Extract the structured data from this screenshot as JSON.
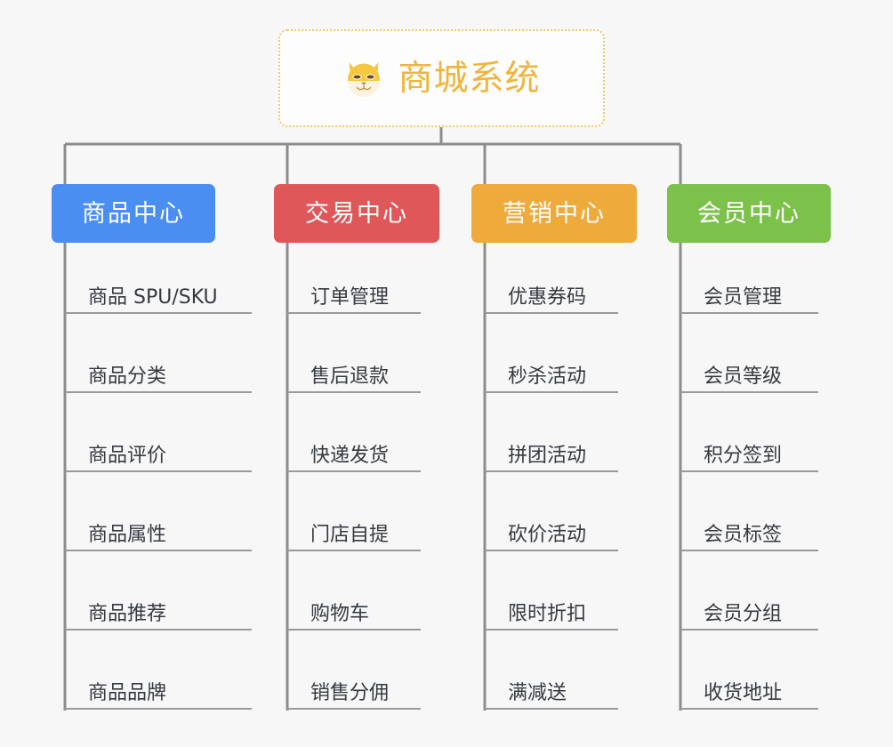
{
  "root": {
    "title": "商城系统",
    "icon": "shiba-dog-face-icon",
    "border_color": "#f2c66a",
    "title_color": "#f0b43c",
    "background": "#fdfdfd"
  },
  "page": {
    "background": "#f7f7f7",
    "connector_color": "#8c8c8c"
  },
  "columns": [
    {
      "id": "product-center",
      "label": "商品中心",
      "color": "#4a8ef2",
      "items": [
        "商品 SPU/SKU",
        "商品分类",
        "商品评价",
        "商品属性",
        "商品推荐",
        "商品品牌"
      ]
    },
    {
      "id": "trade-center",
      "label": "交易中心",
      "color": "#e0575a",
      "items": [
        "订单管理",
        "售后退款",
        "快递发货",
        "门店自提",
        "购物车",
        "销售分佣"
      ]
    },
    {
      "id": "marketing-center",
      "label": "营销中心",
      "color": "#eeab3c",
      "items": [
        "优惠券码",
        "秒杀活动",
        "拼团活动",
        "砍价活动",
        "限时折扣",
        "满减送"
      ]
    },
    {
      "id": "member-center",
      "label": "会员中心",
      "color": "#7cc24a",
      "items": [
        "会员管理",
        "会员等级",
        "积分签到",
        "会员标签",
        "会员分组",
        "收货地址"
      ]
    }
  ]
}
